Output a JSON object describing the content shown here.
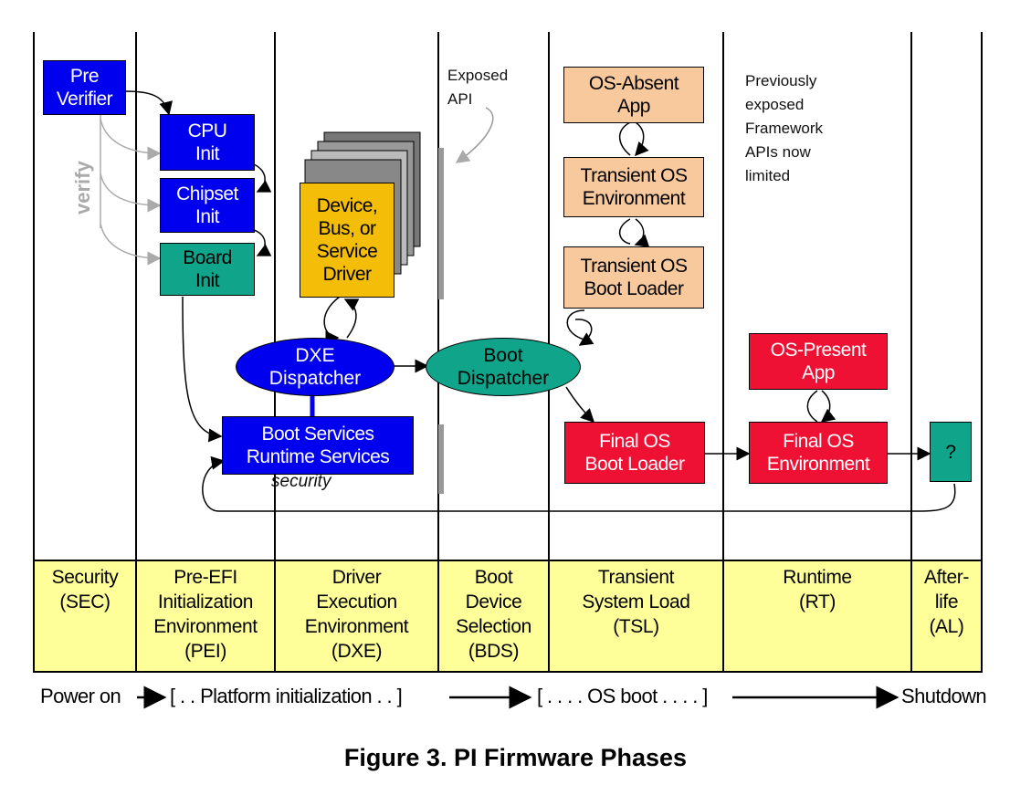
{
  "phases": [
    {
      "id": "sec",
      "label": "Security\n(SEC)"
    },
    {
      "id": "pei",
      "label": "Pre-EFI\nInitialization\nEnvironment\n(PEI)"
    },
    {
      "id": "dxe",
      "label": "Driver\nExecution\nEnvironment\n(DXE)"
    },
    {
      "id": "bds",
      "label": "Boot\nDevice\nSelection\n(BDS)"
    },
    {
      "id": "tsl",
      "label": "Transient\nSystem Load\n(TSL)"
    },
    {
      "id": "rt",
      "label": "Runtime\n(RT)"
    },
    {
      "id": "al",
      "label": "After-\nlife\n(AL)"
    }
  ],
  "blocks": {
    "pre_verifier": "Pre\nVerifier",
    "cpu_init": "CPU\nInit",
    "chipset_init": "Chipset\nInit",
    "board_init": "Board\nInit",
    "device_driver": "Device,\nBus, or\nService\nDriver",
    "dxe_dispatcher": "DXE\nDispatcher",
    "boot_dispatcher": "Boot\nDispatcher",
    "boot_services": "Boot Services\nRuntime Services",
    "os_absent_app": "OS-Absent\nApp",
    "transient_os_env": "Transient OS\nEnvironment",
    "transient_os_loader": "Transient OS\nBoot Loader",
    "final_os_loader": "Final OS\nBoot Loader",
    "os_present_app": "OS-Present\nApp",
    "final_os_env": "Final OS\nEnvironment",
    "afterlife_unknown": "?"
  },
  "annotations": {
    "verify": "verify",
    "security": "security",
    "exposed_api": "Exposed\nAPI",
    "previously_exposed": "Previously\nexposed\nFramework\nAPIs now\nlimited"
  },
  "timeline": {
    "power_on": "Power on",
    "platform_init": "[ . . Platform initialization . . ]",
    "os_boot": "[ . . . . OS boot . . . . ]",
    "shutdown": "Shutdown"
  },
  "caption": "Figure 3. PI Firmware Phases",
  "colors": {
    "blue": "#0000ee",
    "teal": "#10a58a",
    "peach": "#f8c99c",
    "red": "#ee1133",
    "gold": "#f4bd08",
    "phase_band": "#ffff99"
  }
}
